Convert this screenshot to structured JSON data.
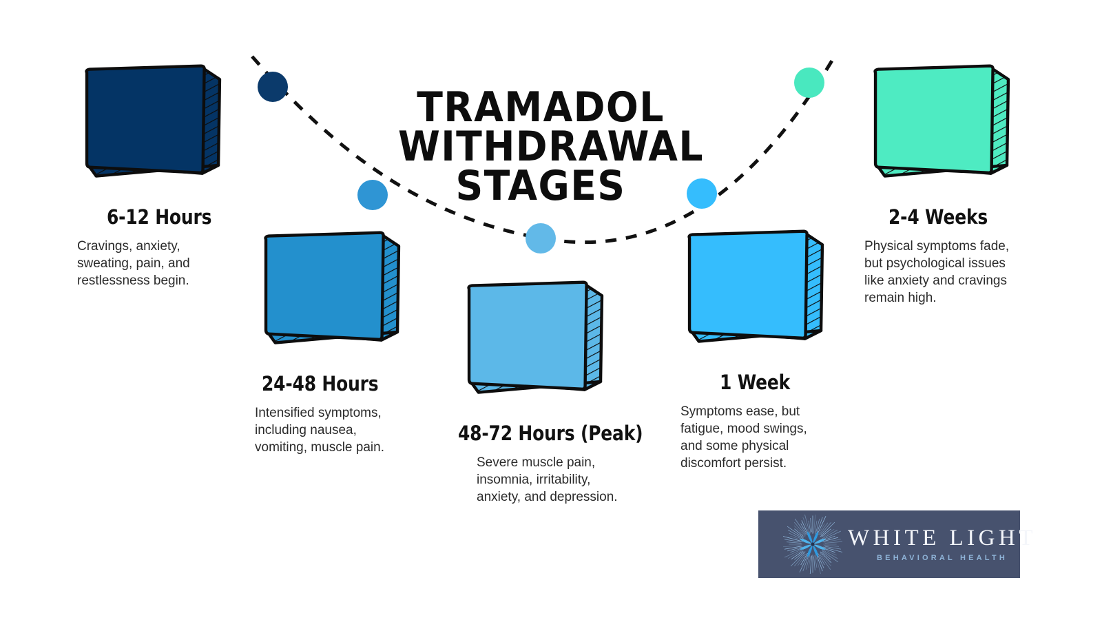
{
  "title": {
    "line1": "TRAMADOL",
    "line2": "WITHDRAWAL",
    "line3": "STAGES"
  },
  "stages": [
    {
      "id": "stage-1",
      "label": "6-12 Hours",
      "description": "Cravings, anxiety, sweating, pain, and restlessness begin.",
      "color": "#043465",
      "dot_color": "#0b3a6b"
    },
    {
      "id": "stage-2",
      "label": "24-48 Hours",
      "description": "Intensified symptoms, including nausea, vomiting, muscle pain.",
      "color": "#2390cd",
      "dot_color": "#2f95d4"
    },
    {
      "id": "stage-3",
      "label": "48-72 Hours (Peak)",
      "description": "Severe muscle pain, insomnia, irritability, anxiety, and depression.",
      "color": "#5cb8e8",
      "dot_color": "#62b9e8"
    },
    {
      "id": "stage-4",
      "label": "1 Week",
      "description": "Symptoms ease, but fatigue, mood swings, and some physical discomfort persist.",
      "color": "#35bdfd",
      "dot_color": "#35bdfd"
    },
    {
      "id": "stage-5",
      "label": "2-4 Weeks",
      "description": "Physical symptoms fade, but psychological issues like anxiety and cravings remain high.",
      "color": "#4eebc2",
      "dot_color": "#49e8bf"
    }
  ],
  "logo": {
    "wordmark": "WHITE LIGHT",
    "tagline": "BEHAVIORAL HEALTH",
    "background_color": "#47526e",
    "wordmark_color": "#f4f6fa",
    "tagline_color": "#8fb4d8",
    "mark_name": "starburst-light-icon"
  },
  "theme": {
    "background": "#ffffff",
    "ink": "#111111",
    "curve_color": "#111111"
  }
}
